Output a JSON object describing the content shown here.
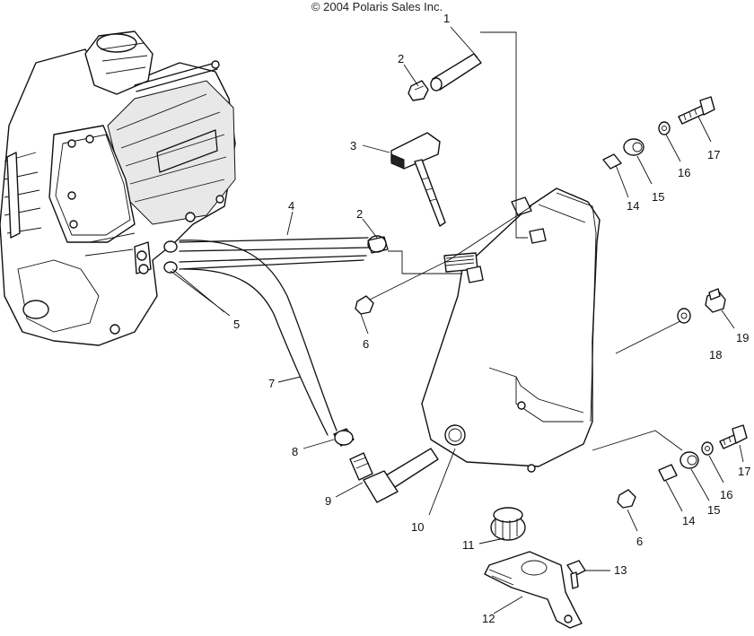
{
  "copyright": "© 2004 Polaris Sales Inc.",
  "callouts": {
    "c1": "1",
    "c2a": "2",
    "c2b": "2",
    "c3": "3",
    "c4": "4",
    "c5": "5",
    "c6a": "6",
    "c6b": "6",
    "c7": "7",
    "c8": "8",
    "c9": "9",
    "c10": "10",
    "c11": "11",
    "c12": "12",
    "c13": "13",
    "c14a": "14",
    "c14b": "14",
    "c15a": "15",
    "c15b": "15",
    "c16a": "16",
    "c16b": "16",
    "c17a": "17",
    "c17b": "17",
    "c18": "18",
    "c19": "19"
  }
}
